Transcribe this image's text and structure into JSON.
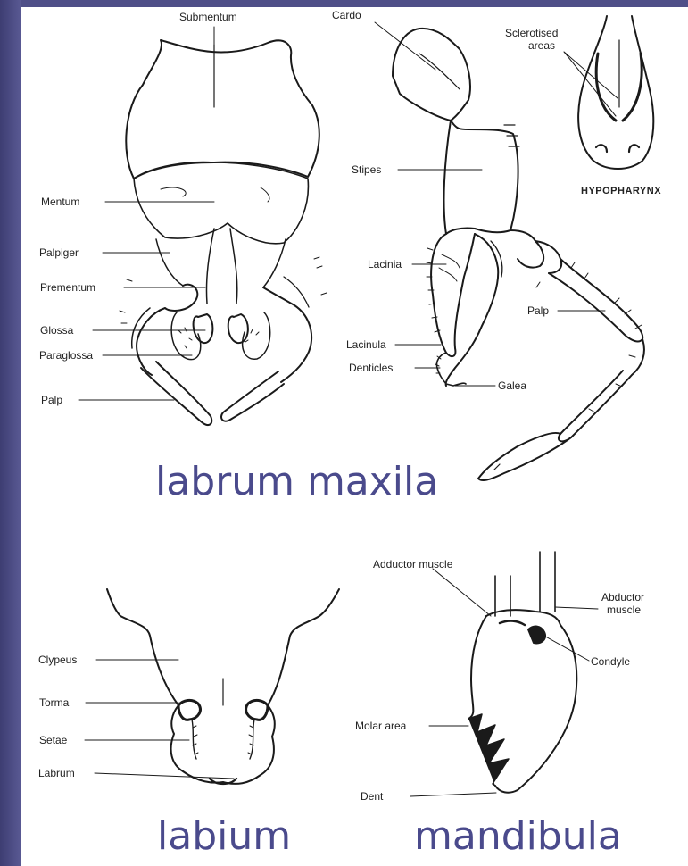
{
  "frame": {
    "accent": "#4f4f88",
    "caption_color": "#4a4a8c"
  },
  "labium_figure": {
    "labels": {
      "submentum": "Submentum",
      "mentum": "Mentum",
      "palpiger": "Palpiger",
      "prementum": "Prementum",
      "glossa": "Glossa",
      "paraglossa": "Paraglossa",
      "palp": "Palp"
    }
  },
  "maxilla_figure": {
    "labels": {
      "cardo": "Cardo",
      "stipes": "Stipes",
      "lacinia": "Lacinia",
      "palp": "Palp",
      "lacinula": "Lacinula",
      "denticles": "Denticles",
      "galea": "Galea"
    }
  },
  "hypopharynx_figure": {
    "labels": {
      "sclerotised": "Sclerotised",
      "areas": "areas",
      "title": "HYPOPHARYNX"
    }
  },
  "labrum_figure": {
    "labels": {
      "clypeus": "Clypeus",
      "torma": "Torma",
      "setae": "Setae",
      "labrum": "Labrum"
    }
  },
  "mandible_figure": {
    "labels": {
      "adductor": "Adductor muscle",
      "abductor_1": "Abductor",
      "abductor_2": "muscle",
      "condyle": "Condyle",
      "molar": "Molar area",
      "denticles_partial": "Dent"
    }
  },
  "captions": {
    "top": "labrum  maxila",
    "bottom_left": "labium",
    "bottom_right": "mandibula"
  }
}
